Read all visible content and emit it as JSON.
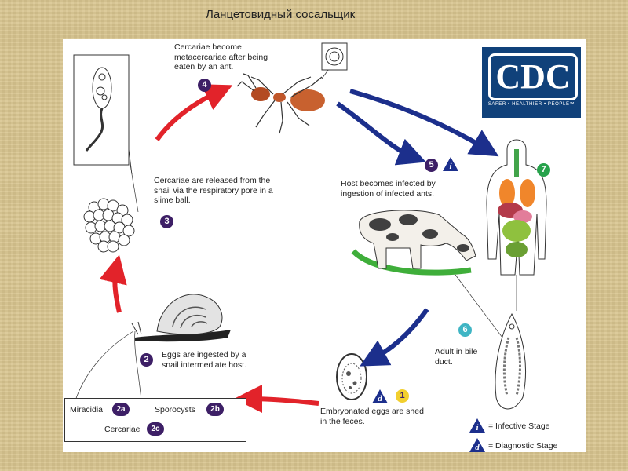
{
  "title": "Ланцетовидный сосальщик",
  "logo": {
    "text": "CDC",
    "tagline": "SAFER • HEALTHIER • PEOPLE™",
    "bg": "#10417a"
  },
  "colors": {
    "red_arrow": "#e2232a",
    "blue_arrow": "#1c2f8c",
    "badge": "#3d1f66"
  },
  "steps": [
    {
      "id": "4",
      "text": "Cercariae become metacercariae after being eaten by an ant."
    },
    {
      "id": "3",
      "text": "Cercariae are released from the snail via the respiratory pore in a slime ball."
    },
    {
      "id": "5",
      "text": "Host becomes infected by ingestion of infected ants."
    },
    {
      "id": "7",
      "text": ""
    },
    {
      "id": "2",
      "text": "Eggs are ingested by a snail intermediate host."
    },
    {
      "id": "6",
      "text": "Adult in bile duct."
    },
    {
      "id": "1",
      "text": "Embryonated eggs are shed in the feces."
    }
  ],
  "stage_markers": {
    "infective": "i",
    "diagnostic": "d"
  },
  "snail_stages": {
    "miracidia": {
      "label": "Miracidia",
      "badge": "2a"
    },
    "sporocysts": {
      "label": "Sporocysts",
      "badge": "2b"
    },
    "cercariae": {
      "label": "Cercariae",
      "badge": "2c"
    }
  },
  "legend": {
    "infective": "= Infective Stage",
    "diagnostic": "= Diagnostic Stage"
  }
}
